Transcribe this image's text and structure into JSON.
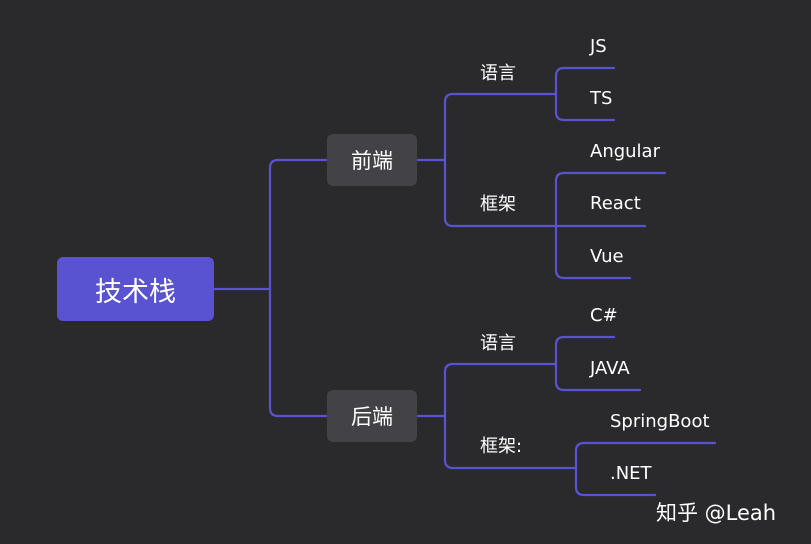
{
  "colors": {
    "background": "#2a2a2c",
    "root_fill": "#5a53d1",
    "branch_fill": "#434246",
    "connector": "#5a53d1",
    "text": "#ffffff"
  },
  "mindmap": {
    "root": "技术栈",
    "frontend": {
      "label": "前端",
      "language": {
        "label": "语言",
        "items": [
          "JS",
          "TS"
        ]
      },
      "framework": {
        "label": "框架",
        "items": [
          "Angular",
          "React",
          "Vue"
        ]
      }
    },
    "backend": {
      "label": "后端",
      "language": {
        "label": "语言",
        "items": [
          "C#",
          "JAVA"
        ]
      },
      "framework": {
        "label": "框架:",
        "items": [
          "SpringBoot",
          ".NET"
        ]
      }
    }
  },
  "watermark": "知乎 @Leah"
}
